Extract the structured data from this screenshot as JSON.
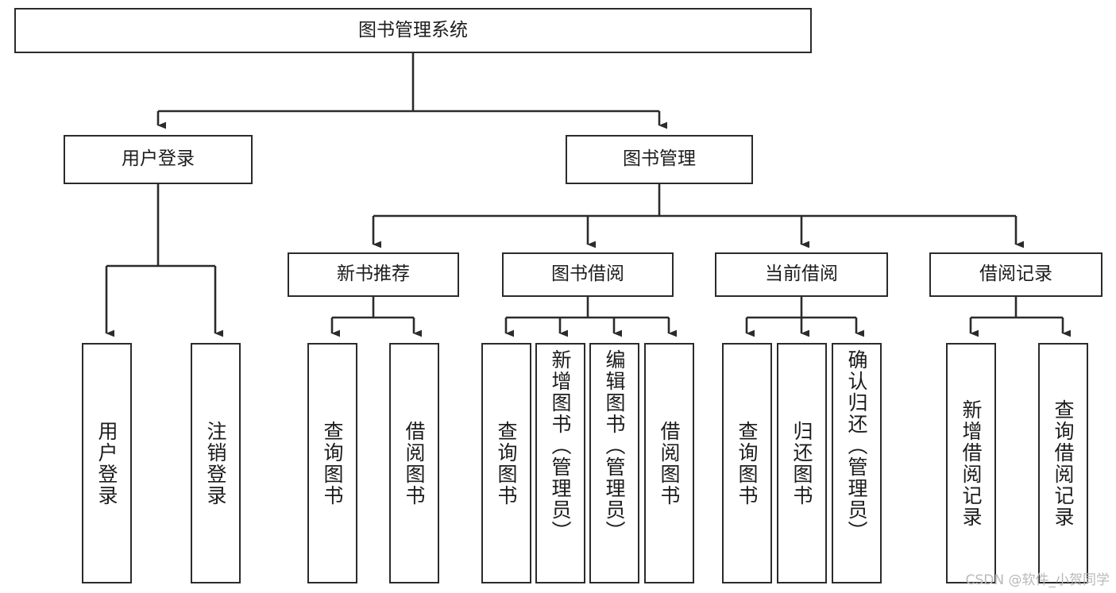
{
  "diagram": {
    "type": "tree",
    "title": "图书管理系统",
    "watermark": "CSDN @软件_小贺同学",
    "colors": {
      "box_border": "#2b2b2b",
      "box_fill": "#ffffff",
      "edge": "#2b2b2b",
      "text": "#1c1c1c",
      "watermark": "#b9b9b9",
      "background": "#ffffff"
    },
    "levels": {
      "root": [
        "图书管理系统"
      ],
      "level2": [
        "用户登录",
        "图书管理"
      ],
      "level3": [
        "新书推荐",
        "图书借阅",
        "当前借阅",
        "借阅记录"
      ],
      "leaves": [
        "用户登录",
        "注销登录",
        "查询图书",
        "借阅图书",
        "查询图书",
        "新增图书（管理员）",
        "编辑图书（管理员）",
        "借阅图书",
        "查询图书",
        "归还图书",
        "确认归还（管理员）",
        "新增借阅记录",
        "查询借阅记录"
      ]
    },
    "nodes": {
      "root": {
        "label": "图书管理系统"
      },
      "user_login": {
        "label": "用户登录"
      },
      "book_manage": {
        "label": "图书管理"
      },
      "new_book_rec": {
        "label": "新书推荐"
      },
      "book_borrow": {
        "label": "图书借阅"
      },
      "current_borrow": {
        "label": "当前借阅"
      },
      "borrow_record": {
        "label": "借阅记录"
      },
      "leaf_user_login": {
        "label": "用户登录"
      },
      "leaf_logout": {
        "label": "注销登录"
      },
      "leaf_query_book_1": {
        "label": "查询图书"
      },
      "leaf_borrow_book_1": {
        "label": "借阅图书"
      },
      "leaf_query_book_2": {
        "label": "查询图书"
      },
      "leaf_add_book_admin": {
        "label": "新增图书（管理员）"
      },
      "leaf_edit_book_admin": {
        "label": "编辑图书（管理员）"
      },
      "leaf_borrow_book_2": {
        "label": "借阅图书"
      },
      "leaf_query_book_3": {
        "label": "查询图书"
      },
      "leaf_return_book": {
        "label": "归还图书"
      },
      "leaf_confirm_return_admin": {
        "label": "确认归还（管理员）"
      },
      "leaf_add_record": {
        "label": "新增借阅记录"
      },
      "leaf_query_record": {
        "label": "查询借阅记录"
      }
    },
    "edges": [
      {
        "from": "root",
        "to": "user_login"
      },
      {
        "from": "root",
        "to": "book_manage"
      },
      {
        "from": "user_login",
        "to": "leaf_user_login"
      },
      {
        "from": "user_login",
        "to": "leaf_logout"
      },
      {
        "from": "book_manage",
        "to": "new_book_rec"
      },
      {
        "from": "book_manage",
        "to": "book_borrow"
      },
      {
        "from": "book_manage",
        "to": "current_borrow"
      },
      {
        "from": "book_manage",
        "to": "borrow_record"
      },
      {
        "from": "new_book_rec",
        "to": "leaf_query_book_1"
      },
      {
        "from": "new_book_rec",
        "to": "leaf_borrow_book_1"
      },
      {
        "from": "book_borrow",
        "to": "leaf_query_book_2"
      },
      {
        "from": "book_borrow",
        "to": "leaf_add_book_admin"
      },
      {
        "from": "book_borrow",
        "to": "leaf_edit_book_admin"
      },
      {
        "from": "book_borrow",
        "to": "leaf_borrow_book_2"
      },
      {
        "from": "current_borrow",
        "to": "leaf_query_book_3"
      },
      {
        "from": "current_borrow",
        "to": "leaf_return_book"
      },
      {
        "from": "current_borrow",
        "to": "leaf_confirm_return_admin"
      },
      {
        "from": "borrow_record",
        "to": "leaf_add_record"
      },
      {
        "from": "borrow_record",
        "to": "leaf_query_record"
      }
    ]
  }
}
